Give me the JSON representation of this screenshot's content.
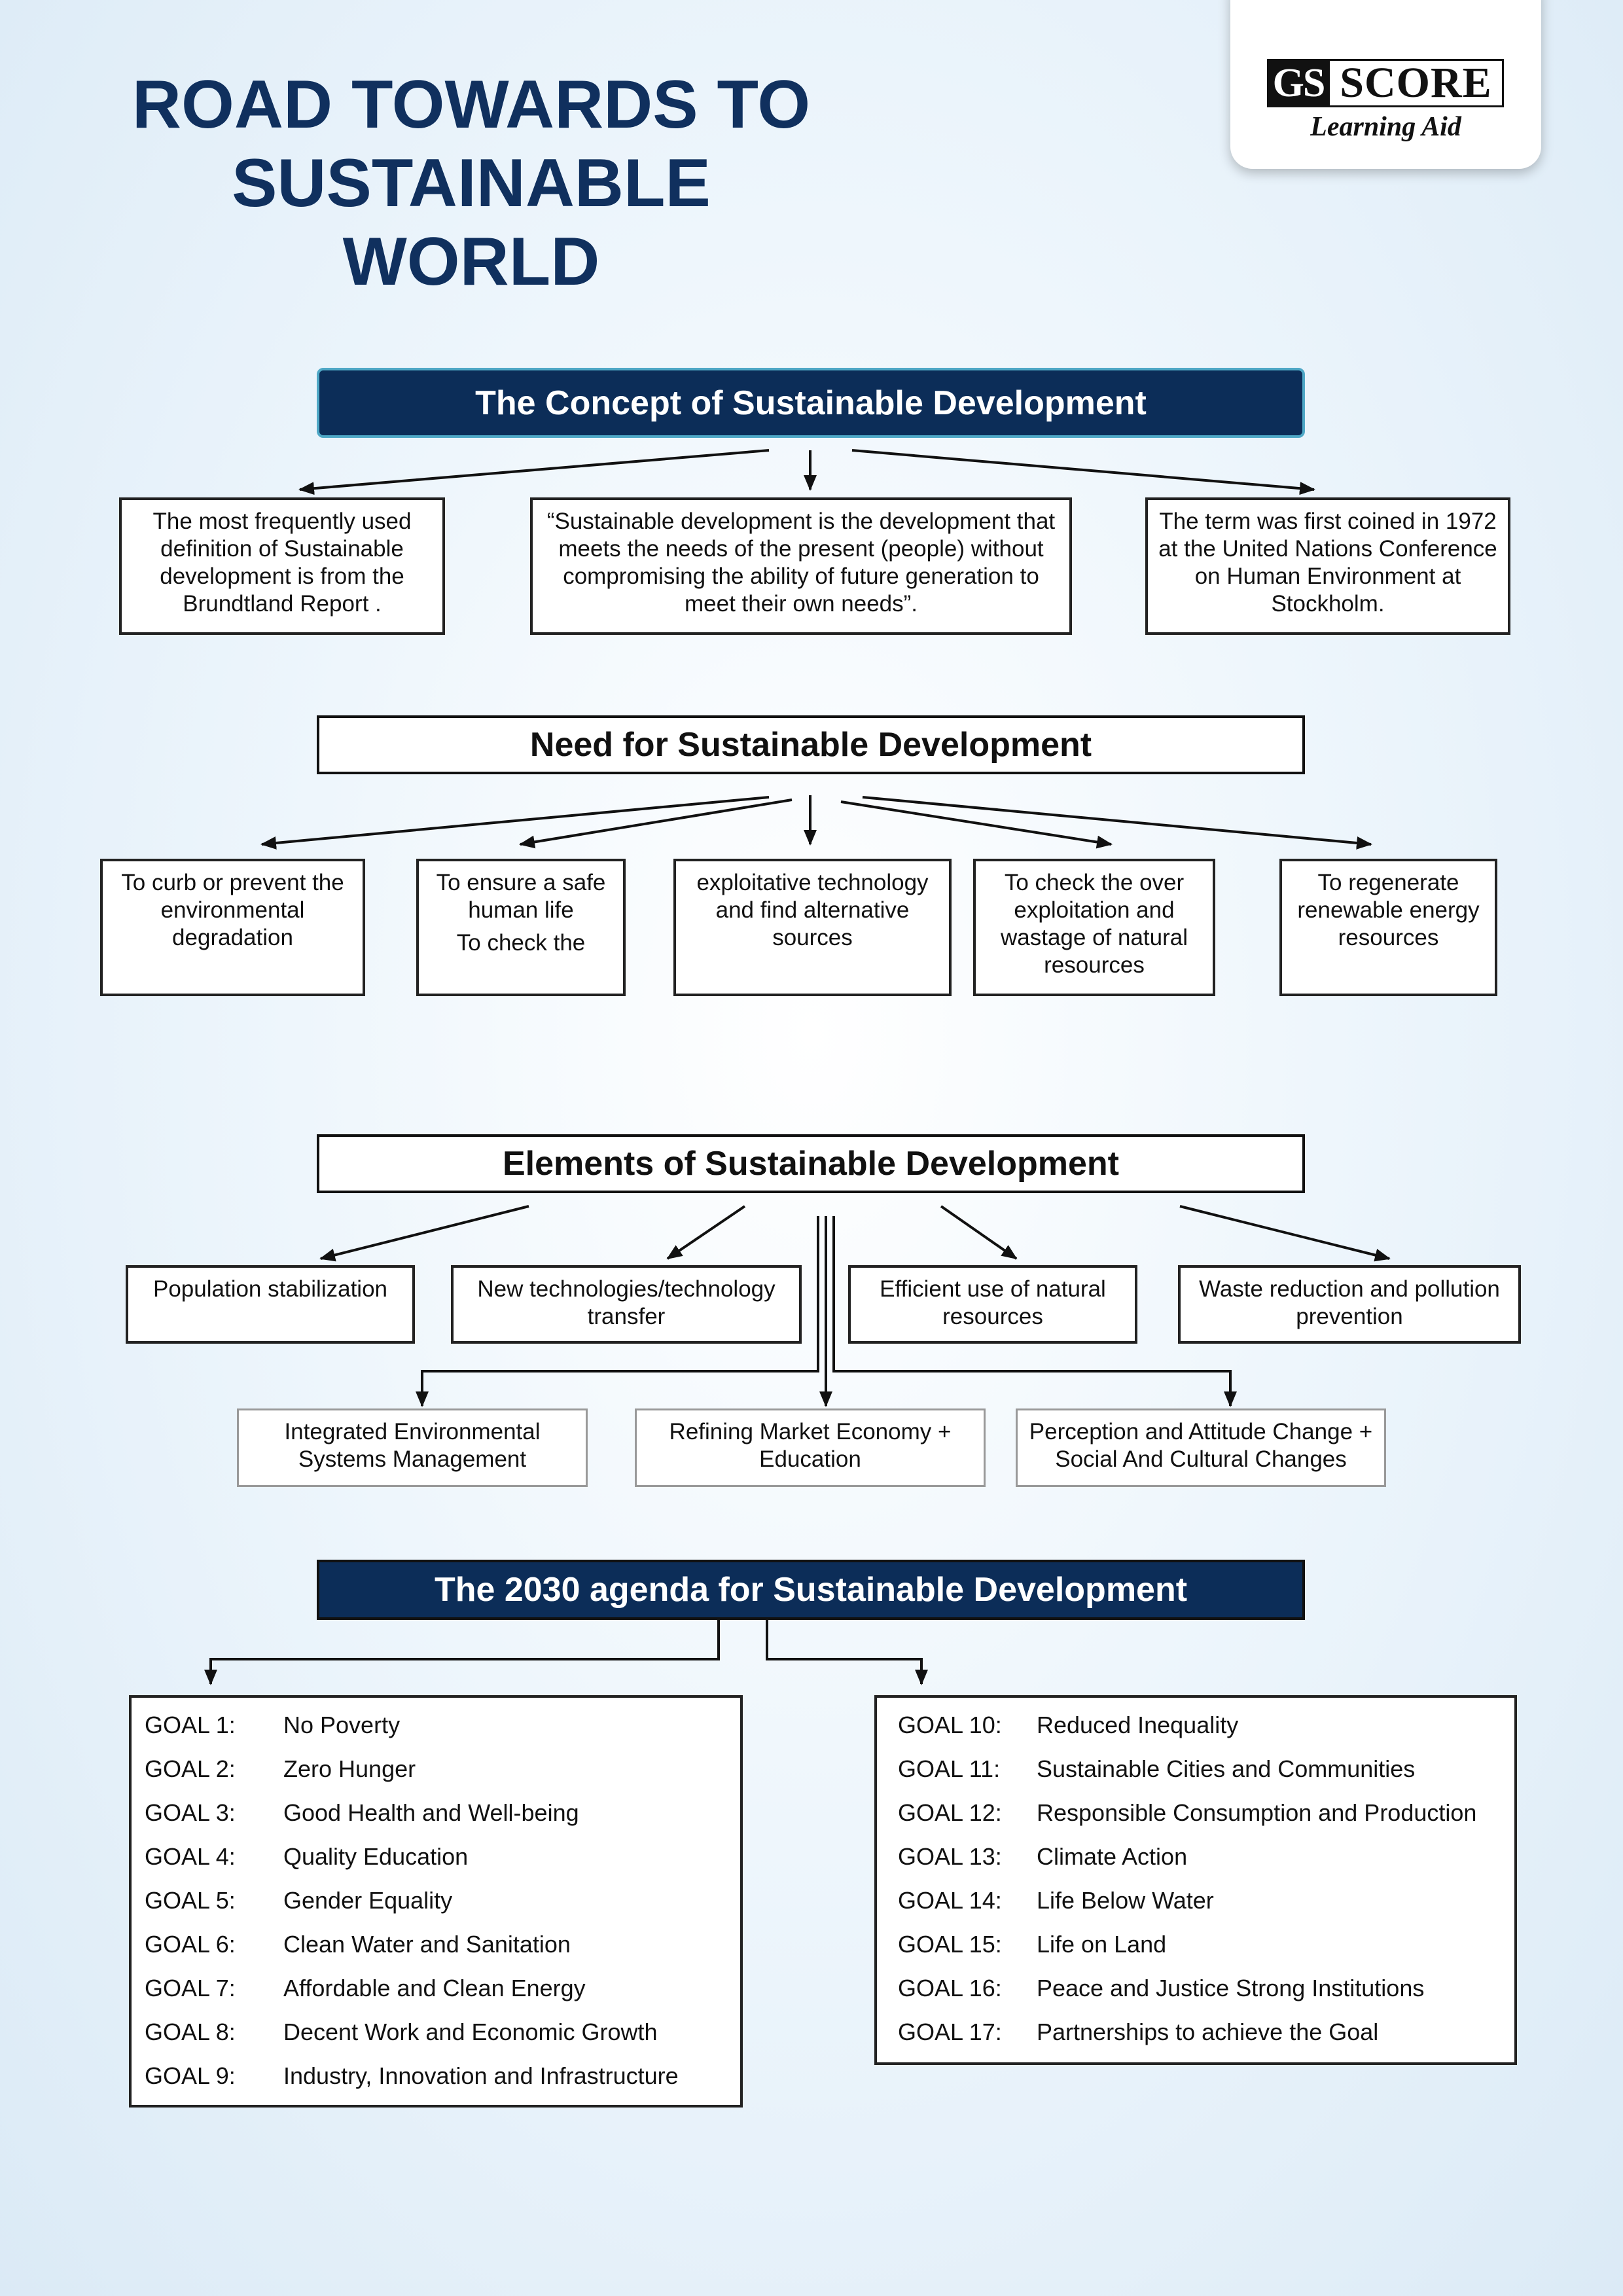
{
  "title": {
    "line1": "ROAD TOWARDS TO",
    "line2": "SUSTAINABLE WORLD"
  },
  "logo": {
    "mark": "GS",
    "brand": "SCORE",
    "tagline": "Learning Aid"
  },
  "colors": {
    "navy": "#0c2d58",
    "title_blue": "#10305e",
    "teal_border": "#4fa8c6"
  },
  "concept": {
    "heading": "The Concept of Sustainable Development",
    "boxes": [
      "The most frequently used definition of Sustainable development is from the Brundtland Report .",
      "“Sustainable development is the development that meets the needs of the present (people) without compromising the ability of future generation to meet their own needs”.",
      "The term was first coined in 1972 at the United Nations Conference on Human Environment at Stockholm."
    ]
  },
  "need": {
    "heading": "Need for Sustainable Development",
    "boxes": [
      "To curb or prevent the environmental degradation",
      "To ensure a safe human life",
      "To check the",
      "exploitative technology and find alternative sources",
      "To check the over exploitation and wastage of natural resources",
      "To regenerate renewable energy resources"
    ]
  },
  "elements": {
    "heading": "Elements of Sustainable Development",
    "top_boxes": [
      "Population stabilization",
      "New technologies/technology transfer",
      "Efficient use of natural resources",
      "Waste reduction and pollution prevention"
    ],
    "bottom_boxes": [
      "Integrated Environmental Systems Management",
      "Refining Market Economy + Education",
      "Perception and Attitude Change + Social And Cultural Changes"
    ]
  },
  "agenda": {
    "heading": "The 2030 agenda for Sustainable Development",
    "left_goals": [
      {
        "num": "GOAL 1:",
        "name": "No Poverty"
      },
      {
        "num": "GOAL 2:",
        "name": "Zero Hunger"
      },
      {
        "num": "GOAL 3:",
        "name": "Good Health and Well-being"
      },
      {
        "num": "GOAL 4:",
        "name": "Quality Education"
      },
      {
        "num": "GOAL 5:",
        "name": "Gender Equality"
      },
      {
        "num": "GOAL 6:",
        "name": "Clean Water and Sanitation"
      },
      {
        "num": "GOAL 7:",
        "name": "Affordable and Clean Energy"
      },
      {
        "num": "GOAL 8:",
        "name": "Decent Work and Economic Growth"
      },
      {
        "num": "GOAL 9:",
        "name": "Industry, Innovation and Infrastructure"
      }
    ],
    "right_goals": [
      {
        "num": "GOAL 10:",
        "name": "Reduced Inequality"
      },
      {
        "num": "GOAL 11:",
        "name": "Sustainable Cities and Communities"
      },
      {
        "num": "GOAL 12:",
        "name": "Responsible Consumption and Production"
      },
      {
        "num": "GOAL 13:",
        "name": "Climate Action"
      },
      {
        "num": "GOAL 14:",
        "name": "Life Below Water"
      },
      {
        "num": "GOAL 15:",
        "name": "Life on Land"
      },
      {
        "num": "GOAL 16:",
        "name": "Peace and Justice Strong Institutions"
      },
      {
        "num": "GOAL 17:",
        "name": "Partnerships to achieve the Goal"
      }
    ]
  }
}
